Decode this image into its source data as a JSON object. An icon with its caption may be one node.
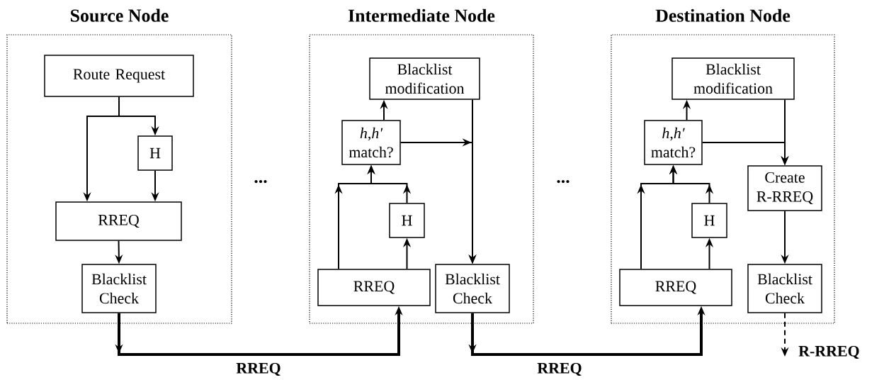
{
  "diagram": {
    "nodes": [
      {
        "text": [
          "Source Node"
        ]
      },
      {
        "text": [
          "Route Request"
        ],
        "in": 0
      },
      {
        "text": [
          "H"
        ],
        "in": 0
      },
      {
        "text": [
          "RREQ"
        ],
        "in": 0
      },
      {
        "text": [
          "Blacklist Check"
        ],
        "in": 0
      },
      {
        "text": [
          "Intermediate Node"
        ]
      },
      {
        "text": [
          "Blacklist modification"
        ],
        "in": 5
      },
      {
        "text": [
          "*h*,*h′* match?"
        ],
        "in": 5
      },
      {
        "text": [
          "H"
        ],
        "in": 5
      },
      {
        "text": [
          "RREQ"
        ],
        "in": 5
      },
      {
        "text": [
          "Blacklist Check"
        ],
        "in": 5
      },
      {
        "text": [
          "Destination Node"
        ]
      },
      {
        "text": [
          "Blacklist modification"
        ],
        "in": 11
      },
      {
        "text": [
          "*h*,*h′* match?"
        ],
        "in": 11
      },
      {
        "text": [
          "Create R-RREQ"
        ],
        "in": 11
      },
      {
        "text": [
          "H"
        ],
        "in": 11
      },
      {
        "text": [
          "RREQ"
        ],
        "in": 11
      },
      {
        "text": [
          "Blacklist Check"
        ],
        "in": 11
      }
    ],
    "edges": [
      {
        "from": 1,
        "to": 3,
        "arrow": "to"
      },
      {
        "from": 1,
        "to": 2,
        "arrow": "to"
      },
      {
        "from": 2,
        "to": 3,
        "arrow": "to"
      },
      {
        "from": 3,
        "to": 4,
        "arrow": "to"
      },
      {
        "from": 4,
        "to": 9,
        "arrow": "to",
        "style": "thick",
        "label": "RREQ"
      },
      {
        "from": 9,
        "to": 7,
        "arrow": "to"
      },
      {
        "from": 8,
        "to": 7,
        "arrow": "to"
      },
      {
        "from": 9,
        "to": 8,
        "arrow": "to"
      },
      {
        "from": 7,
        "to": 6,
        "arrow": "to"
      },
      {
        "from": 7,
        "to": 10,
        "arrow": "to"
      },
      {
        "from": 6,
        "to": 10,
        "arrow": "to"
      },
      {
        "from": 10,
        "to": 16,
        "arrow": "to",
        "style": "thick",
        "label": "RREQ"
      },
      {
        "from": 16,
        "to": 13,
        "arrow": "to"
      },
      {
        "from": 15,
        "to": 13,
        "arrow": "to"
      },
      {
        "from": 16,
        "to": 15,
        "arrow": "to"
      },
      {
        "from": 13,
        "to": 12,
        "arrow": "to"
      },
      {
        "from": 13,
        "to": 14,
        "arrow": "to"
      },
      {
        "from": 12,
        "to": 14,
        "arrow": "to"
      },
      {
        "from": 14,
        "to": 17,
        "arrow": "to"
      },
      {
        "from": 17,
        "to": null,
        "arrow": "to",
        "style": "dashed",
        "label": "R-RREQ"
      }
    ],
    "labels": [
      "...",
      "..."
    ]
  }
}
